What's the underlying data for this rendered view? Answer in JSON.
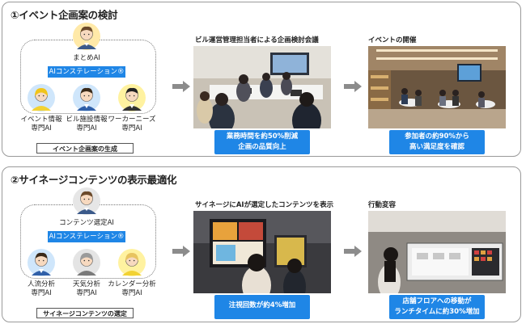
{
  "panel1": {
    "title": "①イベント企画案の検討",
    "coordinator": "まとめAI",
    "orchestration": "AIコンステレーション®",
    "specialists": [
      {
        "line1": "イベント情報",
        "line2": "専門AI"
      },
      {
        "line1": "ビル施設情報",
        "line2": "専門AI"
      },
      {
        "line1": "ワーカーニーズ",
        "line2": "専門AI"
      }
    ],
    "output_label": "イベント企画案の生成",
    "step1_title": "ビル運営管理担当者による企画検討会議",
    "step1_result": [
      "業務時間を約50%削減",
      "企画の品質向上"
    ],
    "step2_title": "イベントの開催",
    "step2_result": [
      "参加者の約90%から",
      "高い満足度を確認"
    ]
  },
  "panel2": {
    "title": "②サイネージコンテンツの表示最適化",
    "coordinator": "コンテンツ選定AI",
    "orchestration": "AIコンステレーション®",
    "specialists": [
      {
        "line1": "人流分析",
        "line2": "専門AI"
      },
      {
        "line1": "天気分析",
        "line2": "専門AI"
      },
      {
        "line1": "カレンダー分析",
        "line2": "専門AI"
      }
    ],
    "output_label": "サイネージコンテンツの選定",
    "step1_title": "サイネージにAIが選定したコンテンツを表示",
    "step1_result": [
      "注視回数が約4%増加"
    ],
    "step2_title": "行動変容",
    "step2_result": [
      "店舗フロアへの移動が",
      "ランチタイムに約30%増加"
    ]
  },
  "colors": {
    "accent_blue": "#1f86e6",
    "arrow_gray": "#8c8c8c",
    "border_gray": "#9a9a9a"
  }
}
